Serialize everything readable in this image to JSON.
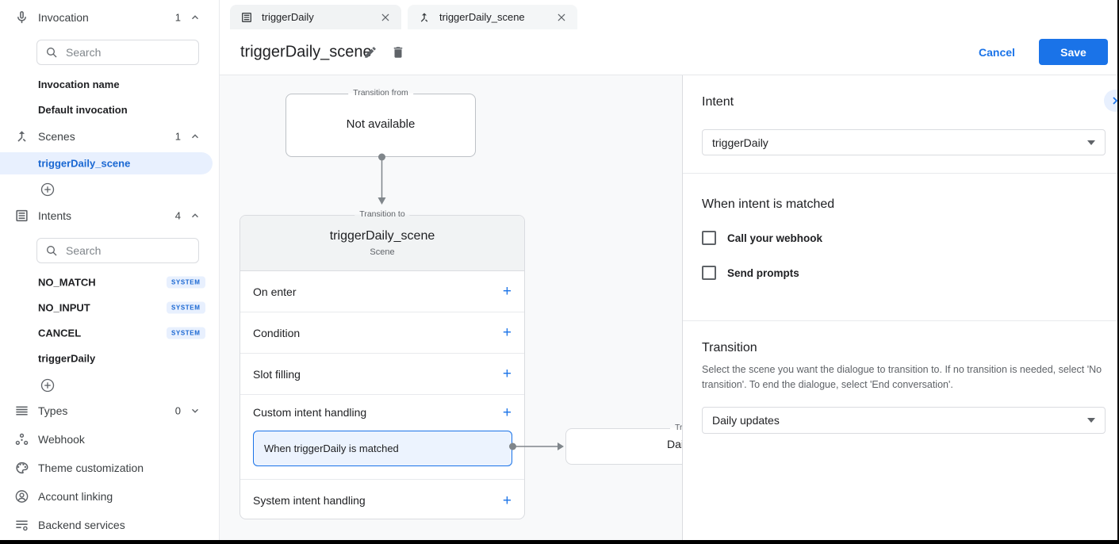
{
  "colors": {
    "accent": "#1a73e8",
    "selected_text": "#1967d2",
    "selected_bg": "#e8f0fe",
    "border": "#dadce0"
  },
  "sidebar": {
    "search_placeholder": "Search",
    "sections": {
      "invocation": {
        "label": "Invocation",
        "count": "1"
      },
      "scenes": {
        "label": "Scenes",
        "count": "1"
      },
      "intents": {
        "label": "Intents",
        "count": "4"
      },
      "types": {
        "label": "Types",
        "count": "0"
      }
    },
    "invocation_items": [
      {
        "label": "Invocation name"
      },
      {
        "label": "Default invocation"
      }
    ],
    "scene_items": [
      {
        "label": "triggerDaily_scene",
        "selected": true
      }
    ],
    "intent_items": [
      {
        "label": "NO_MATCH",
        "badge": "SYSTEM"
      },
      {
        "label": "NO_INPUT",
        "badge": "SYSTEM"
      },
      {
        "label": "CANCEL",
        "badge": "SYSTEM"
      },
      {
        "label": "triggerDaily"
      }
    ],
    "links": [
      {
        "label": "Webhook"
      },
      {
        "label": "Theme customization"
      },
      {
        "label": "Account linking"
      },
      {
        "label": "Backend services"
      }
    ]
  },
  "tabs": [
    {
      "label": "triggerDaily"
    },
    {
      "label": "triggerDaily_scene"
    }
  ],
  "header": {
    "title": "triggerDaily_scene",
    "cancel_label": "Cancel",
    "save_label": "Save"
  },
  "canvas": {
    "add_label": "+",
    "transition_from": {
      "legend": "Transition from",
      "text": "Not available"
    },
    "scene_card": {
      "legend": "Transition to",
      "title": "triggerDaily_scene",
      "subtitle": "Scene",
      "rows": [
        {
          "label": "On enter"
        },
        {
          "label": "Condition"
        },
        {
          "label": "Slot filling"
        },
        {
          "label": "Custom intent handling"
        },
        {
          "label": "System intent handling"
        }
      ],
      "handler": "When triggerDaily is matched"
    },
    "next_card": {
      "legend": "Transition to",
      "title": "Daily updates"
    }
  },
  "panel": {
    "intent": {
      "heading": "Intent",
      "value": "triggerDaily"
    },
    "matched": {
      "heading": "When intent is matched",
      "webhook_label": "Call your webhook",
      "prompts_label": "Send prompts"
    },
    "transition": {
      "heading": "Transition",
      "description": "Select the scene you want the dialogue to transition to. If no transition is needed, select 'No transition'. To end the dialogue, select 'End conversation'.",
      "value": "Daily updates"
    }
  }
}
